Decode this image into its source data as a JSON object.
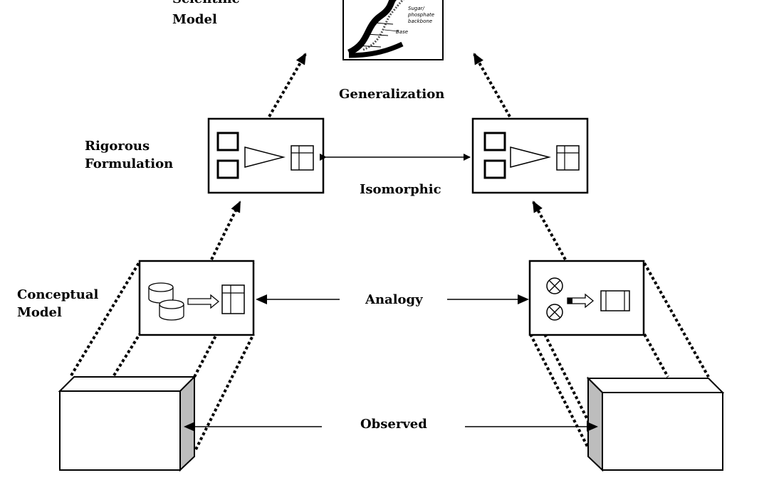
{
  "labels": {
    "scientific_line1": "Scientific",
    "scientific_line2": "Model",
    "generalization": "Generalization",
    "rigorous_line1": "Rigorous",
    "rigorous_line2": "Formulation",
    "isomorphic": "Isomorphic",
    "conceptual_line1": "Conceptual",
    "conceptual_line2": "Model",
    "analogy": "Analogy",
    "observed": "Observed"
  },
  "dna_image": {
    "label_sugar": "Sugar/",
    "label_phosphate": "phosphate",
    "label_backbone": "backbone",
    "label_base": "Base"
  }
}
